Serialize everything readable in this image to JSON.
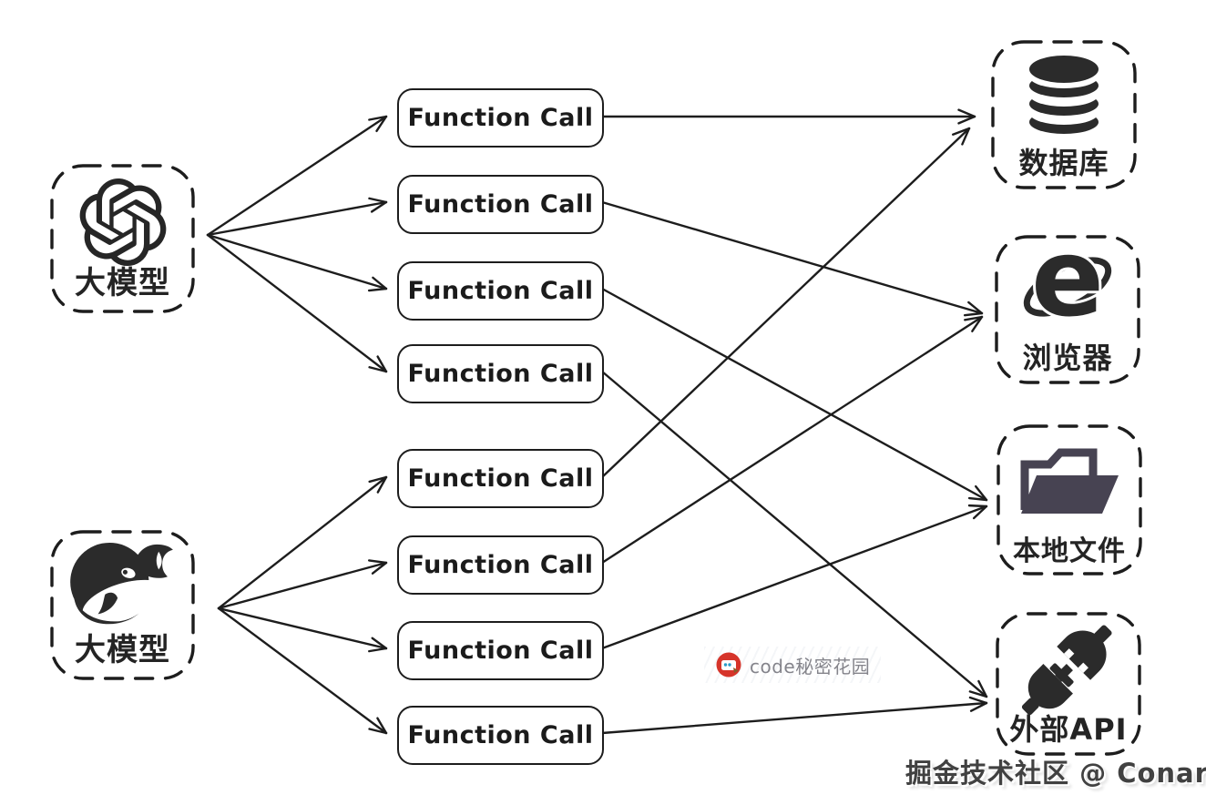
{
  "page": {
    "background": "#ffffff",
    "ink_color": "#1d1d1d",
    "folder_color": "#474352",
    "badge_red": "#d6342a",
    "watermark_gray": "#84848b"
  },
  "diagram": {
    "models": [
      {
        "id": "llm-openai",
        "label": "大模型",
        "icon": "openai-logo-icon"
      },
      {
        "id": "llm-deepseek",
        "label": "大模型",
        "icon": "deepseek-whale-icon"
      }
    ],
    "function_calls": [
      {
        "id": "fc1",
        "label": "Function Call"
      },
      {
        "id": "fc2",
        "label": "Function Call"
      },
      {
        "id": "fc3",
        "label": "Function Call"
      },
      {
        "id": "fc4",
        "label": "Function Call"
      },
      {
        "id": "fc5",
        "label": "Function Call"
      },
      {
        "id": "fc6",
        "label": "Function Call"
      },
      {
        "id": "fc7",
        "label": "Function Call"
      },
      {
        "id": "fc8",
        "label": "Function Call"
      }
    ],
    "targets": [
      {
        "id": "database",
        "label": "数据库",
        "icon": "database-icon"
      },
      {
        "id": "browser",
        "label": "浏览器",
        "icon": "browser-e-icon"
      },
      {
        "id": "local-files",
        "label": "本地文件",
        "icon": "open-folder-icon"
      },
      {
        "id": "external-api",
        "label": "外部API",
        "icon": "plug-connect-icon"
      }
    ],
    "edges": [
      {
        "from": "llm-openai",
        "to": "fc1"
      },
      {
        "from": "llm-openai",
        "to": "fc2"
      },
      {
        "from": "llm-openai",
        "to": "fc3"
      },
      {
        "from": "llm-openai",
        "to": "fc4"
      },
      {
        "from": "llm-deepseek",
        "to": "fc5"
      },
      {
        "from": "llm-deepseek",
        "to": "fc6"
      },
      {
        "from": "llm-deepseek",
        "to": "fc7"
      },
      {
        "from": "llm-deepseek",
        "to": "fc8"
      },
      {
        "from": "fc1",
        "to": "database"
      },
      {
        "from": "fc2",
        "to": "browser"
      },
      {
        "from": "fc3",
        "to": "local-files"
      },
      {
        "from": "fc4",
        "to": "external-api"
      },
      {
        "from": "fc5",
        "to": "database"
      },
      {
        "from": "fc6",
        "to": "browser"
      },
      {
        "from": "fc7",
        "to": "local-files"
      },
      {
        "from": "fc8",
        "to": "external-api"
      }
    ]
  },
  "watermark_center": {
    "label": "code秘密花园",
    "icon": "red-badge-icon"
  },
  "watermark_corner": {
    "label": "掘金技术社区 @ ConardLi"
  }
}
